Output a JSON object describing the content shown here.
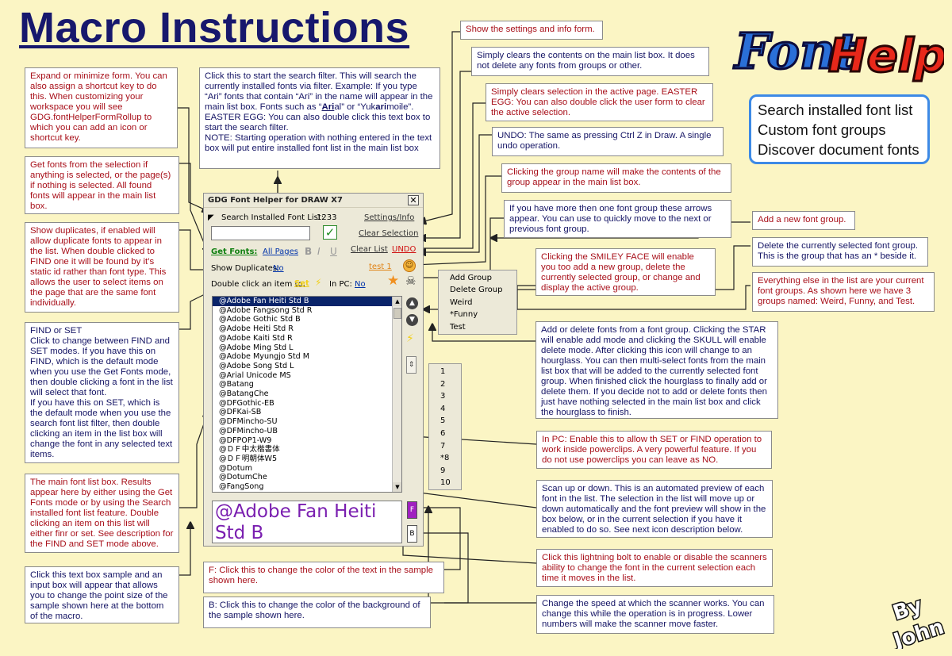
{
  "title": "Macro Instructions",
  "features": [
    "Search installed font list",
    "Custom font groups",
    "Discover document fonts"
  ],
  "logo_text": "FontHelper",
  "signature": "By John",
  "notes": {
    "expand": "Expand or minimize form. You can also assign a shortcut key to do this. When customizing your workspace you will see GDG.fontHelperFormRollup to which you can add an icon or shortcut key.",
    "search_a": "Click this to start the search filter. This will search the currently installed fonts via filter. Example: If you type “Ari” fonts that contain “Ari” in the name will appear in the main list box. Fonts such as “",
    "search_b1": "Ari",
    "search_c": "al” or “Yuk",
    "search_b2": "ari",
    "search_d": "moile”. EASTER EGG: You can also double click this text box to start the search filter.\nNOTE: Starting operation with nothing entered in the text box will put entire installed font list in the main list box",
    "get_fonts": "Get fonts from the selection if anything is selected, or the page(s) if nothing is selected. All found fonts will appear in the main list box.",
    "show_dup": "Show duplicates, if enabled will allow duplicate fonts to appear in the list. When double clicked to FIND one it will be found by it’s static id rather than font type. This allows the user to select items on the page that are the same font individually.",
    "find_set": "FIND or SET\nClick to change between FIND and SET modes. If you have this on FIND, which is the default mode when you use the Get Fonts mode, then double clicking a font in the list will select that font.\nIf you have this on SET, which is the default mode when you use the search font list filter, then double clicking an item in the list box will change the font in any selected text items.",
    "main_list": "The main font list box. Results appear here by either using the Get Fonts mode or by using the Search installed font list feature. Double clicking an item on this list will either finr or set. See description for the FIND and SET mode above.",
    "sample": "Click this text box sample and an input box will appear that allows you to change the point size of the sample shown here at the bottom of the macro.",
    "f_color": "F: Click this to change the color of the text in the sample shown here.",
    "b_color": "B: Click this to change the color of the background of the sample shown here.",
    "settings": "Show the settings and info form.",
    "clear_list": "Simply clears the contents on the main list box. It does not delete any fonts from groups or other.",
    "clear_sel": "Simply clears selection in the active page. EASTER EGG: You can also double click the user form to clear the active selection.",
    "undo": "UNDO: The same as pressing Ctrl Z in Draw. A single undo operation.",
    "group_name": "Clicking the group name will make the contents of the group appear in the main list box.",
    "arrows": "If you have more then one font group these arrows appear. You can use to quickly move to the next or previous font group.",
    "smiley": "Clicking the SMILEY FACE will enable you too add a new group, delete the currently selected group, or change and display the active group.",
    "add_group": "Add a new font group.",
    "delete_group": "Delete the currently selected font group. This is the group that has an * beside it.",
    "groups_list": "Everything else in the list are your current font groups. As shown here we have 3 groups named: Weird, Funny, and Test.",
    "star": "Add or delete fonts from a font group. Clicking the STAR will enable add mode and clicking the SKULL will enable delete mode. After clicking this icon will change to an hourglass. You can then multi-select fonts from the main list box that will be added to the currently selected font group. When finished click the hourglass to finally add or delete them. If you decide not to add or delete fonts then just have nothing selected in the main list box and click the hourglass to finish.",
    "in_pc": "In PC: Enable this to allow th SET or FIND operation to work inside powerclips. A very powerful feature. If you do not use powerclips you can leave as NO.",
    "scan": "Scan up or down. This is an automated preview of each font in the list. The selection in the list will move up or down automatically and the font preview will show in the box below, or in the current selection if you have it enabled to do so. See next icon description below.",
    "lightning": "Click this lightning bolt to enable or disable the scanners ability to change the font in the current selection each time it moves in the list.",
    "speed": "Change the speed at which the scanner works. You can change this while the operation is in progress. Lower numbers will make the scanner move faster."
  },
  "window": {
    "title": "GDG Font Helper for DRAW X7",
    "search_label": "Search Installed Font List:",
    "font_count": "1233",
    "settings_link": "Settings/Info",
    "clear_selection": "Clear Selection",
    "get_fonts": "Get Fonts:",
    "all_pages": "All Pages",
    "bold": "B",
    "italic": "I",
    "underline": "U",
    "clear_list": "Clear List",
    "undo": "UNDO",
    "show_dup_label": "Show Duplicates:",
    "show_dup_value": "No",
    "group_name": "test 1",
    "dbl_click_label": "Double click an item to:",
    "mode": "Set",
    "in_pc_label": "In PC:",
    "in_pc_value": "No",
    "fonts": [
      "@Adobe Fan Heiti Std B",
      "@Adobe Fangsong Std R",
      "@Adobe Gothic Std B",
      "@Adobe Heiti Std R",
      "@Adobe Kaiti Std R",
      "@Adobe Ming Std L",
      "@Adobe Myungjo Std M",
      "@Adobe Song Std L",
      "@Arial Unicode MS",
      "@Batang",
      "@BatangChe",
      "@DFGothic-EB",
      "@DFKai-SB",
      "@DFMincho-SU",
      "@DFMincho-UB",
      "@DFPOP1-W9",
      "@ＤＦ中太楷書体",
      "@ＤＦ明朝体W5",
      "@Dotum",
      "@DotumChe",
      "@FangSong"
    ],
    "preview_text": "@Adobe Fan Heiti Std B",
    "f_btn": "F",
    "b_btn": "B"
  },
  "group_menu": [
    "Add Group",
    "Delete Group",
    "Weird",
    "*Funny",
    "Test"
  ],
  "speed_list": [
    "1",
    "2",
    "3",
    "4",
    "5",
    "6",
    "7",
    "*8",
    "9",
    "10"
  ],
  "colors": {
    "background": "#fbf5c4",
    "title": "#17186d",
    "red_text": "#a8101a",
    "blue_text": "#151565",
    "feature_border": "#3d8ae6",
    "preview_text": "#7a1fb0"
  }
}
